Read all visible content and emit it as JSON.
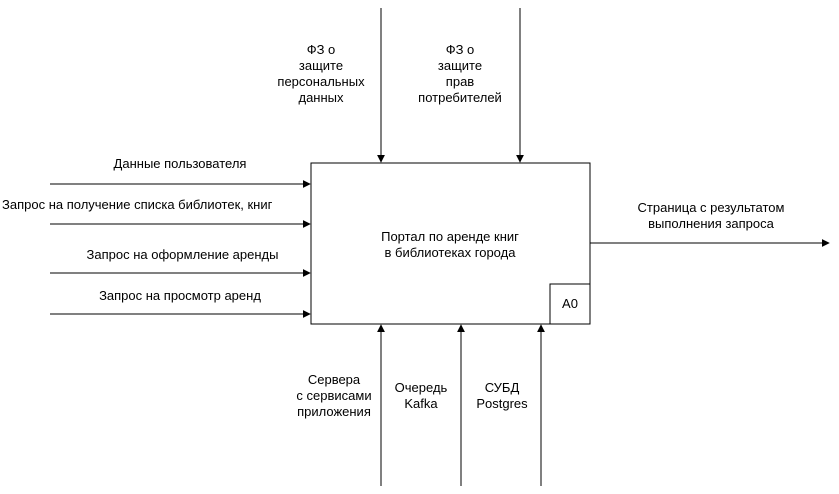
{
  "controls": {
    "personal_data_law": "ФЗ о\nзащите\nперсональных\nданных",
    "consumer_rights_law": "ФЗ о\nзащите\nправ\nпотребителей"
  },
  "inputs": {
    "user_data": "Данные пользователя",
    "library_list_request": "Запрос на получение списка библиотек, книг",
    "rent_request": "Запрос на оформление аренды",
    "view_rents_request": "Запрос на просмотр аренд"
  },
  "function_box": {
    "title": "Портал по аренде книг\nв библиотеках города",
    "node_id": "A0"
  },
  "output": {
    "result_page": "Страница с результатом\nвыполнения запроса"
  },
  "mechanisms": {
    "app_servers": "Сервера\nс сервисами\nприложения",
    "kafka_queue": "Очередь\nKafka",
    "postgres_dbms": "СУБД\nPostgres"
  },
  "colors": {
    "stroke": "#000000",
    "background": "#ffffff"
  }
}
